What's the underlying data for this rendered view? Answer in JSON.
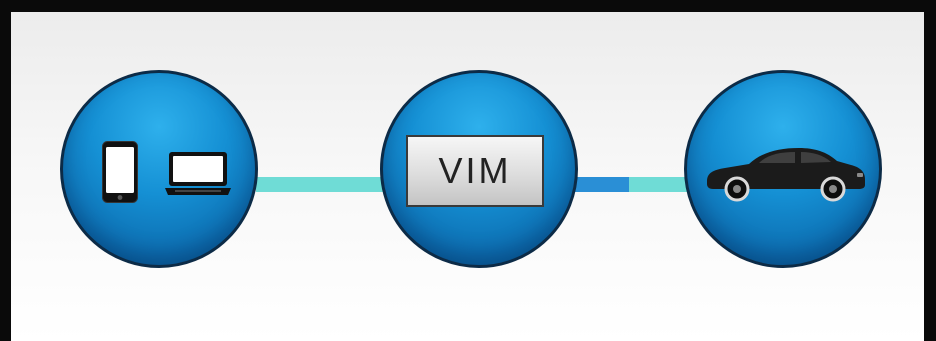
{
  "diagram": {
    "nodes": [
      {
        "id": "devices",
        "icons": [
          "tablet-icon",
          "laptop-icon"
        ]
      },
      {
        "id": "vim",
        "label": "VIM"
      },
      {
        "id": "vehicle",
        "icons": [
          "car-icon"
        ]
      }
    ],
    "connectors": [
      {
        "from": "devices",
        "to": "vim",
        "color": "#6fdcd6"
      },
      {
        "from": "vim",
        "to": "vehicle",
        "colors": [
          "#2a8fd6",
          "#6fdcd6"
        ]
      }
    ]
  },
  "colors": {
    "frame": "#0a0a0a",
    "node_fill": "#1590d4",
    "node_border": "#0c2b47",
    "connector_light": "#6fdcd6",
    "connector_blue": "#2a8fd6"
  }
}
